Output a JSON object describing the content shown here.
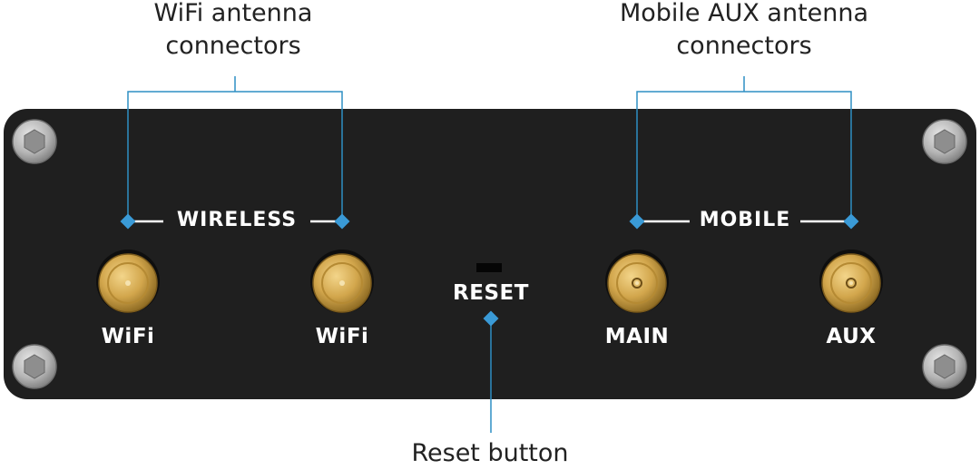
{
  "callouts": {
    "wifi_line1": "WiFi antenna",
    "wifi_line2": "connectors",
    "mobile_line1": "Mobile AUX antenna",
    "mobile_line2": "connectors",
    "reset": "Reset button"
  },
  "panel": {
    "wireless_label": "WIRELESS",
    "mobile_label": "MOBILE",
    "reset_label": "RESET",
    "connectors": [
      "WiFi",
      "WiFi",
      "MAIN",
      "AUX"
    ]
  },
  "colors": {
    "panel": "#1f1f1f",
    "leader": "#2e8fc4",
    "marker": "#3a9ad6",
    "gold": "#d2a64c",
    "screw": "#bdbdbd"
  }
}
